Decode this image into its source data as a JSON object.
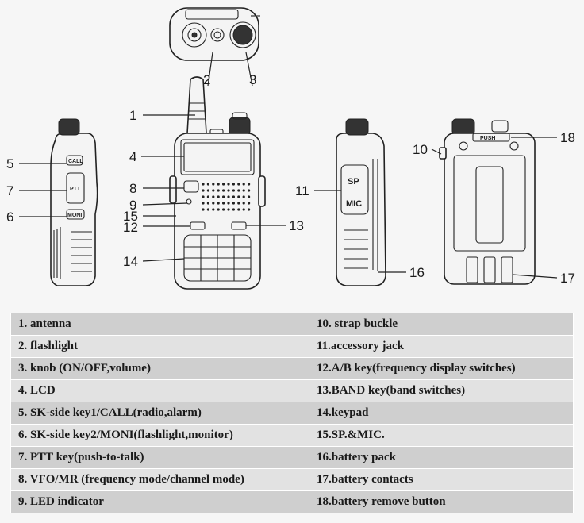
{
  "callouts": [
    "1",
    "2",
    "3",
    "4",
    "5",
    "6",
    "7",
    "8",
    "9",
    "10",
    "11",
    "12",
    "13",
    "14",
    "15",
    "16",
    "17",
    "18"
  ],
  "device_labels": {
    "call": "CALL",
    "ptt": "PTT",
    "moni": "MONI",
    "sp": "SP",
    "mic": "MIC",
    "push": "PUSH"
  },
  "legend": {
    "left": [
      "1. antenna",
      "2. flashlight",
      "3. knob (ON/OFF,volume)",
      "4. LCD",
      "5. SK-side key1/CALL(radio,alarm)",
      "6. SK-side key2/MONI(flashlight,monitor)",
      "7. PTT key(push-to-talk)",
      "8. VFO/MR (frequency mode/channel mode)",
      "9. LED indicator"
    ],
    "right": [
      "10. strap buckle",
      "11.accessory jack",
      "12.A/B key(frequency display switches)",
      "13.BAND key(band switches)",
      "14.keypad",
      "15.SP.&MIC.",
      "16.battery pack",
      "17.battery contacts",
      "18.battery remove button"
    ]
  }
}
